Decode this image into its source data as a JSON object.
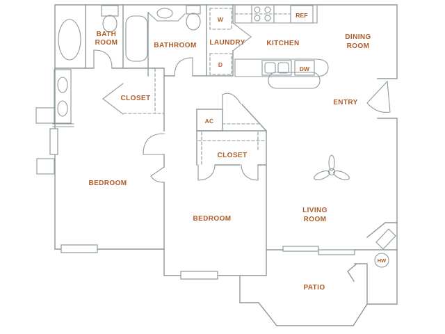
{
  "colors": {
    "line": "#8d989b",
    "label": "#ad5c28",
    "background": "#ffffff"
  },
  "labels": {
    "bath_room": {
      "line1": "BATH",
      "line2": "ROOM"
    },
    "bathroom": "BATHROOM",
    "laundry": "LAUNDRY",
    "washer": "W",
    "dryer": "D",
    "kitchen": "KITCHEN",
    "refrigerator": "REF",
    "dishwasher": "DW",
    "dining_room": {
      "line1": "DINING",
      "line2": "ROOM"
    },
    "entry": "ENTRY",
    "hall_closet": "CLOSET",
    "ac_unit": "AC",
    "bedroom_closet": "CLOSET",
    "bedroom_left": "BEDROOM",
    "bedroom_center": "BEDROOM",
    "living_room": {
      "line1": "LIVING",
      "line2": "ROOM"
    },
    "patio": "PATIO",
    "water_heater": "HW"
  }
}
